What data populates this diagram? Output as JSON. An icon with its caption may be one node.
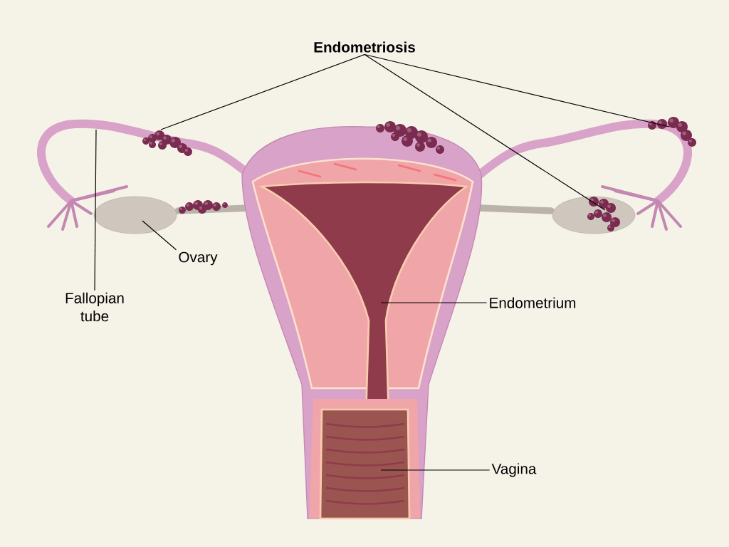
{
  "diagram": {
    "nodes": [
      {
        "text": [
          "Endometriosis"
        ]
      },
      {
        "text": [
          "Fallopian tube"
        ]
      },
      {
        "text": [
          "Ovary"
        ]
      },
      {
        "text": [
          "Endometrium"
        ]
      },
      {
        "text": [
          "Vagina"
        ]
      }
    ],
    "edges": [
      {
        "from": 0,
        "to": null,
        "arrow": "none"
      },
      {
        "from": 0,
        "to": null,
        "arrow": "none"
      },
      {
        "from": 0,
        "to": null,
        "arrow": "none"
      },
      {
        "from": 1,
        "to": null,
        "arrow": "none"
      },
      {
        "from": 2,
        "to": null,
        "arrow": "none"
      },
      {
        "from": 3,
        "to": null,
        "arrow": "none"
      },
      {
        "from": 4,
        "to": null,
        "arrow": "none"
      }
    ]
  }
}
